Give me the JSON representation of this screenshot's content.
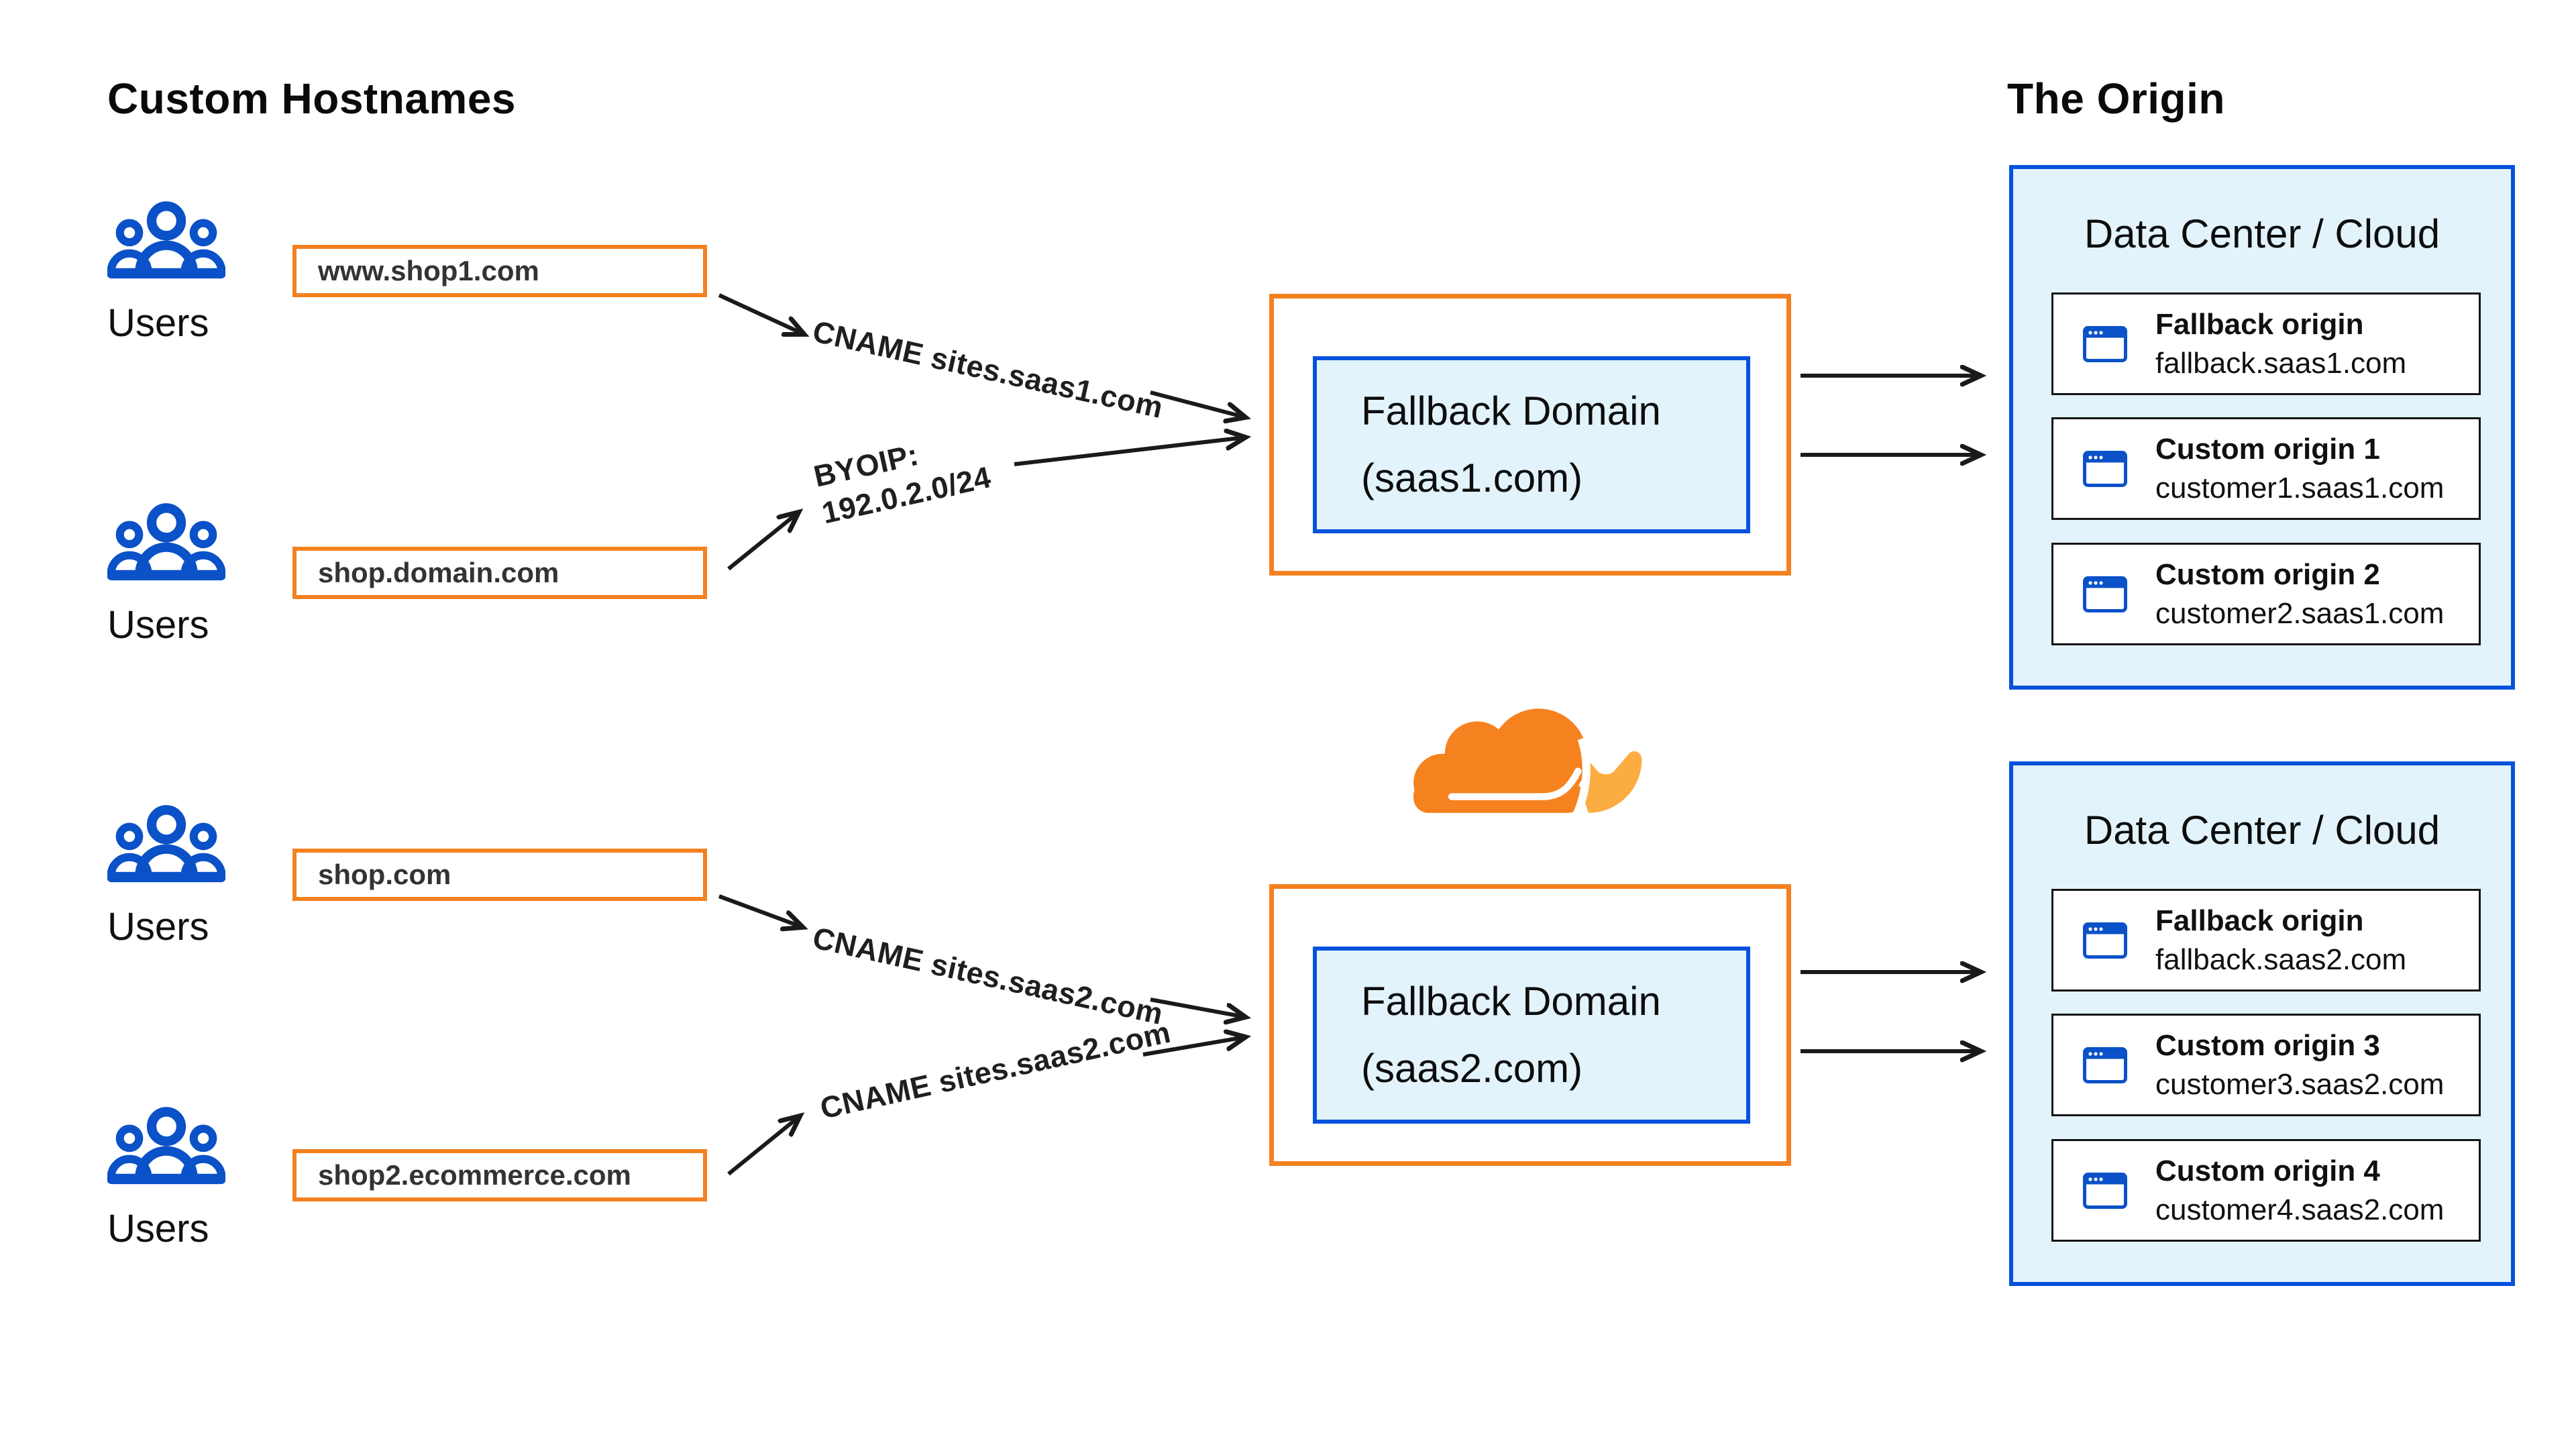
{
  "colors": {
    "orange": "#F48120",
    "blue_border": "#0552DC",
    "light_blue_fill": "#E2F3FB",
    "icon_blue": "#0B51C8",
    "arrow_black": "#1A1A1A",
    "logo_orange": "#F6821F",
    "logo_light_orange": "#FBAD41"
  },
  "left": {
    "title": "Custom Hostnames",
    "groups": [
      {
        "label": "Users",
        "hostname": "www.shop1.com"
      },
      {
        "label": "Users",
        "hostname": "shop.domain.com"
      },
      {
        "label": "Users",
        "hostname": "shop.com"
      },
      {
        "label": "Users",
        "hostname": "shop2.ecommerce.com"
      }
    ]
  },
  "routes": {
    "cname_saas1": "CNAME sites.saas1.com",
    "byoip": {
      "line1": "BYOIP:",
      "line2": "192.0.2.0/24"
    },
    "cname_saas2_a": "CNAME sites.saas2.com",
    "cname_saas2_b": "CNAME sites.saas2.com"
  },
  "fallback_domains": [
    {
      "line1": "Fallback Domain",
      "line2": "(saas1.com)"
    },
    {
      "line1": "Fallback Domain",
      "line2": "(saas2.com)"
    }
  ],
  "origin": {
    "title": "The Origin",
    "datacenters": [
      {
        "title": "Data Center / Cloud",
        "origins": [
          {
            "name": "Fallback origin",
            "host": "fallback.saas1.com"
          },
          {
            "name": "Custom origin 1",
            "host": "customer1.saas1.com"
          },
          {
            "name": "Custom origin 2",
            "host": "customer2.saas1.com"
          }
        ]
      },
      {
        "title": "Data Center / Cloud",
        "origins": [
          {
            "name": "Fallback origin",
            "host": "fallback.saas2.com"
          },
          {
            "name": "Custom origin 3",
            "host": "customer3.saas2.com"
          },
          {
            "name": "Custom origin 4",
            "host": "customer4.saas2.com"
          }
        ]
      }
    ]
  }
}
